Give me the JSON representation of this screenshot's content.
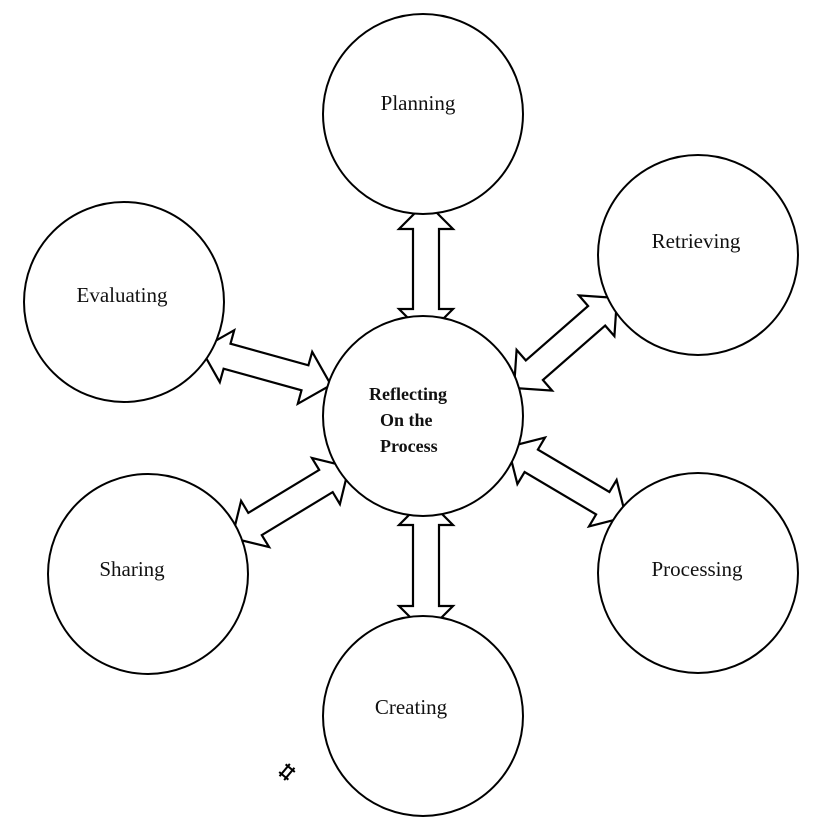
{
  "diagram": {
    "type": "hub-and-spoke cycle",
    "center": {
      "id": "reflecting",
      "label_lines": [
        "Reflecting",
        "On the",
        "Process"
      ]
    },
    "nodes": [
      {
        "id": "planning",
        "label": "Planning"
      },
      {
        "id": "retrieving",
        "label": "Retrieving"
      },
      {
        "id": "processing",
        "label": "Processing"
      },
      {
        "id": "creating",
        "label": "Creating"
      },
      {
        "id": "sharing",
        "label": "Sharing"
      },
      {
        "id": "evaluating",
        "label": "Evaluating"
      }
    ],
    "connections": [
      {
        "from": "reflecting",
        "to": "planning",
        "style": "double-headed block arrow"
      },
      {
        "from": "reflecting",
        "to": "retrieving",
        "style": "double-headed block arrow"
      },
      {
        "from": "reflecting",
        "to": "processing",
        "style": "double-headed block arrow"
      },
      {
        "from": "reflecting",
        "to": "creating",
        "style": "double-headed block arrow"
      },
      {
        "from": "reflecting",
        "to": "sharing",
        "style": "double-headed block arrow"
      },
      {
        "from": "reflecting",
        "to": "evaluating",
        "style": "double-headed block arrow"
      }
    ],
    "colors": {
      "stroke": "#000000",
      "fill": "#ffffff",
      "text": "#111111"
    }
  }
}
